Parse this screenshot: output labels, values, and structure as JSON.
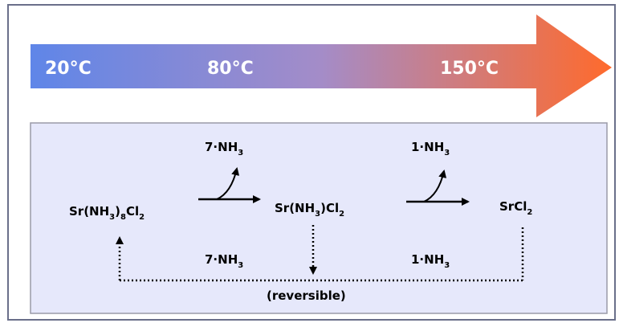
{
  "temperatures": [
    "20°C",
    "80°C",
    "150°C"
  ],
  "compounds": {
    "left": {
      "base": "Sr(NH",
      "sub1": "3",
      "mid": ")",
      "sub2": "8",
      "tail": "Cl",
      "sub3": "2"
    },
    "middle": {
      "base": "Sr(NH",
      "sub1": "3",
      "mid": ")Cl",
      "sub2": "2"
    },
    "right": {
      "base": "SrCl",
      "sub1": "2"
    }
  },
  "releases": {
    "step1": {
      "text": "7·NH",
      "sub": "3"
    },
    "step2": {
      "text": "1·NH",
      "sub": "3"
    }
  },
  "absorptions": {
    "step1": {
      "text": "7·NH",
      "sub": "3"
    },
    "step2": {
      "text": "1·NH",
      "sub": "3"
    }
  },
  "reversible_label": "(reversible)",
  "colors": {
    "gradient_start": "#5f86e8",
    "gradient_mid": "#a48cc8",
    "gradient_end": "#ff6a2c",
    "panel_fill": "#e6e8fb",
    "panel_border": "#9a9aa8",
    "frame_border": "#6a6f8a"
  }
}
